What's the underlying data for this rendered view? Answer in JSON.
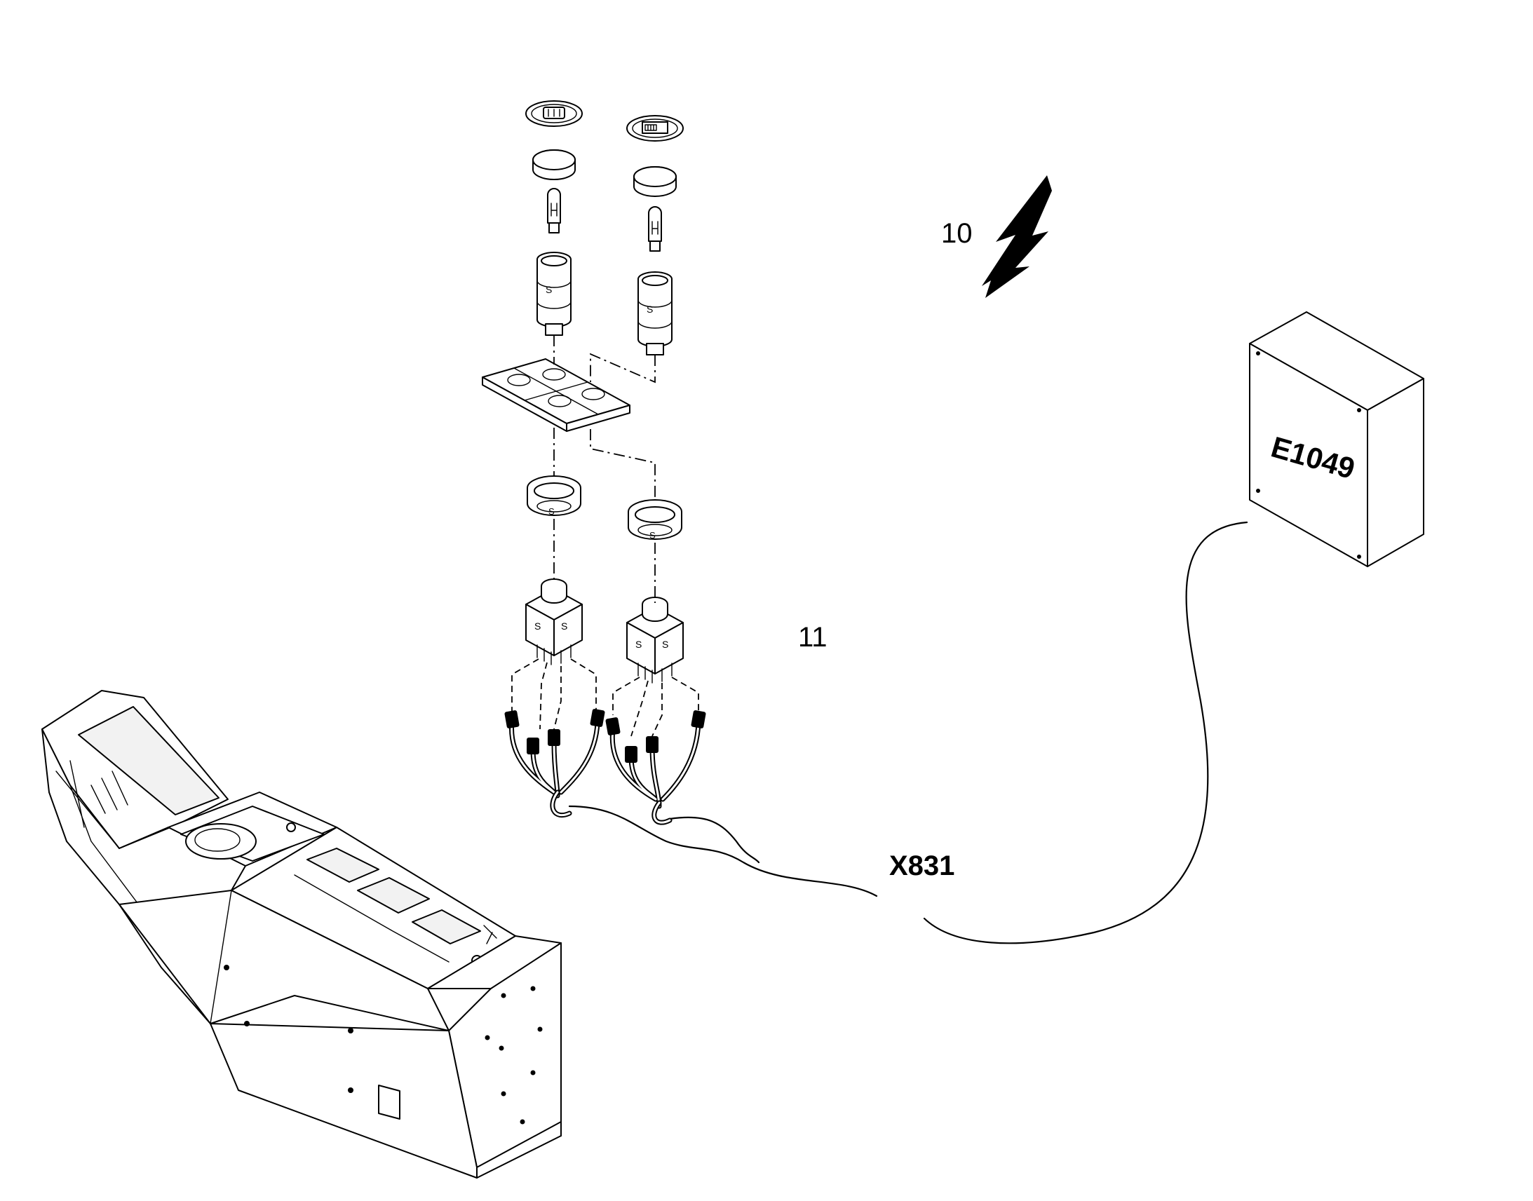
{
  "labels": {
    "item_10": "10",
    "item_11": "11",
    "connector": "X831",
    "control_unit": "E1049"
  },
  "icons": {
    "electrical_symbol": "lightning-bolt-icon"
  }
}
